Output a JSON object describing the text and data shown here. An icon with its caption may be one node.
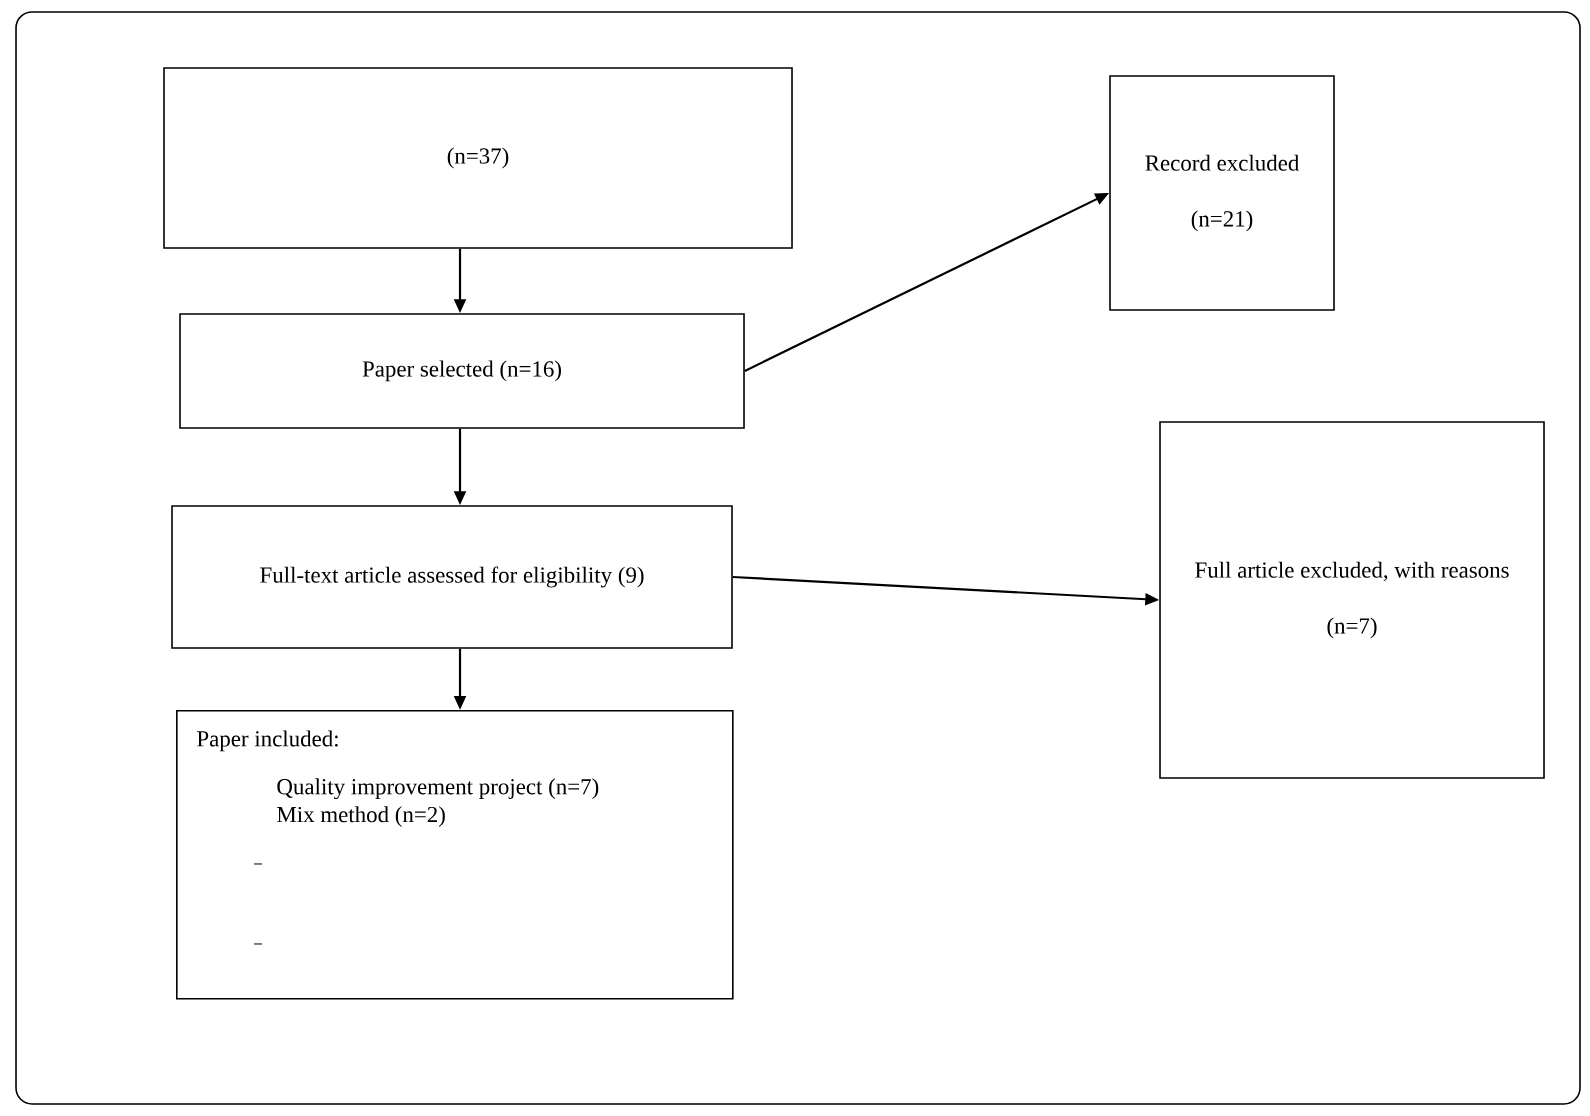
{
  "diagram": {
    "nodes": [
      {
        "text": [
          "(n=37)"
        ]
      },
      {
        "text": [
          "Paper selected (n=16)"
        ]
      },
      {
        "text": [
          "Full-text article assessed for eligibility (9)"
        ]
      },
      {
        "text": [
          "Record excluded (n=21)"
        ]
      },
      {
        "text": [
          "Full article excluded, with reasons (n=7)"
        ]
      },
      {
        "text": [
          "Paper included:",
          "Quality improvement project (n=7)",
          "Mix method (n=2)"
        ]
      }
    ],
    "edges": [
      {
        "from": 0,
        "to": 1,
        "arrow": "to"
      },
      {
        "from": 1,
        "to": 3,
        "arrow": "to"
      },
      {
        "from": 1,
        "to": 2,
        "arrow": "to"
      },
      {
        "from": 2,
        "to": 4,
        "arrow": "to"
      },
      {
        "from": 2,
        "to": 5,
        "arrow": "to"
      }
    ]
  }
}
